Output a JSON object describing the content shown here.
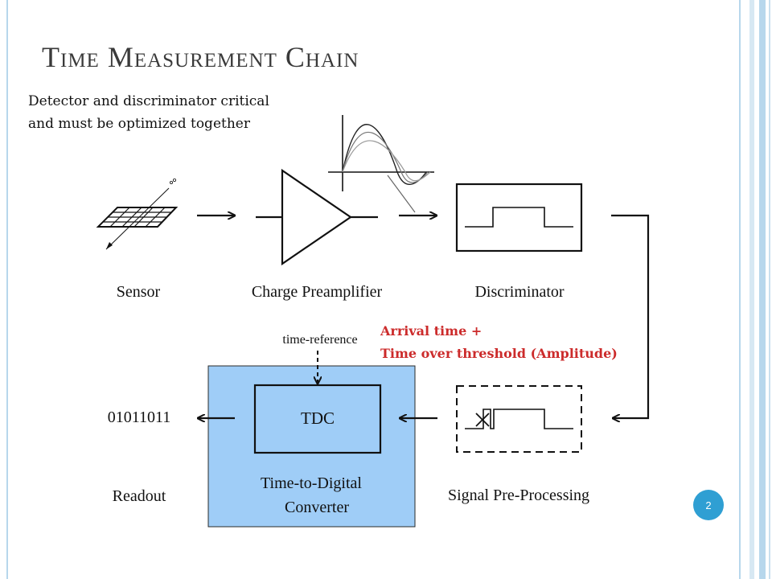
{
  "slide": {
    "title": "Time Measurement Chain",
    "note_line1": "Detector and discriminator critical",
    "note_line2": "and must be optimized together",
    "page_number": "2"
  },
  "labels": {
    "sensor": "Sensor",
    "preamp": "Charge Preamplifier",
    "discriminator": "Discriminator",
    "time_reference": "time-reference",
    "tdc": "TDC",
    "tdc_name_line1": "Time-to-Digital",
    "tdc_name_line2": "Converter",
    "readout_value": "01011011",
    "readout": "Readout",
    "preprocessing": "Signal Pre-Processing"
  },
  "annotation": {
    "line1": "Arrival time +",
    "line2": "Time over threshold (Amplitude)"
  },
  "colors": {
    "tdc_fill": "#9fcdf7",
    "annotation_red": "#cc2b2b",
    "frame_blue": "#b7d7ec",
    "page_badge": "#2f9fd3"
  }
}
